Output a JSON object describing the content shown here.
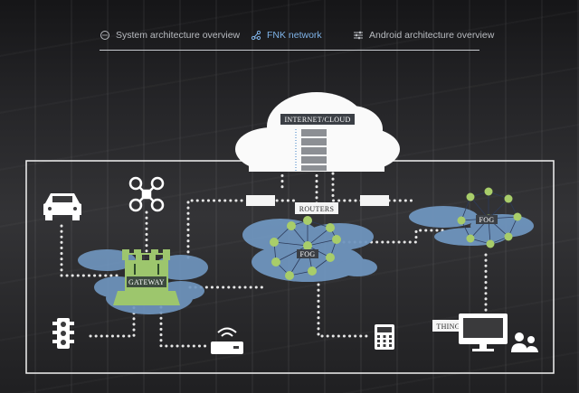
{
  "tabs": [
    {
      "label": "System architecture overview",
      "icon": "chat-circle-icon"
    },
    {
      "label": "FNK network",
      "icon": "network-icon"
    },
    {
      "label": "Android architecture overview",
      "icon": "sliders-icon"
    }
  ],
  "active_tab": 1,
  "diagram": {
    "cloud_label": "INTERNET/CLOUD",
    "routers_label": "ROUTERS",
    "gateway_label": "GATEWAY",
    "fog_label_center": "FOG",
    "fog_label_right": "FOG",
    "things_label": "THINGS"
  },
  "colors": {
    "accent": "#7fb3e8",
    "fog_blob": "#6f95be",
    "fog_node": "#a8cd6a",
    "gateway_green": "#9dc66d",
    "dots": "#e6e6e6"
  },
  "icons": [
    "car-icon",
    "drone-icon",
    "traffic-light-icon",
    "wifi-router-icon",
    "calculator-icon",
    "desktop-icon",
    "users-icon",
    "server-icon",
    "cloud-icon"
  ]
}
